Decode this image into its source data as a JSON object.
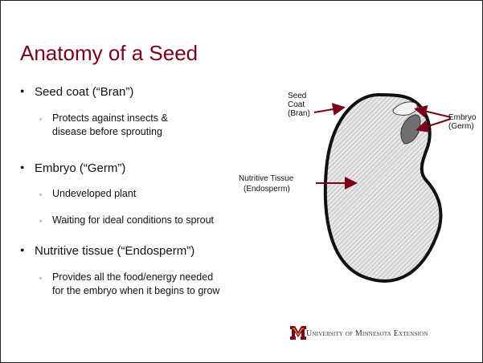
{
  "slide": {
    "title": "Anatomy of a Seed",
    "bullets": [
      {
        "text": "Seed coat (“Bran”)",
        "sub": [
          "Protects against insects &",
          "disease before sprouting"
        ]
      },
      {
        "text": "Embryo (“Germ”)",
        "sub": [
          "Undeveloped plant",
          "Waiting for ideal conditions to sprout"
        ]
      },
      {
        "text": "Nutritive tissue (“Endosperm”)",
        "sub": [
          "Provides all the food/energy needed",
          "for the embryo when it begins to grow"
        ]
      }
    ]
  },
  "diagram": {
    "labels": {
      "seed_coat": [
        "Seed",
        "Coat",
        "(Bran)"
      ],
      "embryo": [
        "Embryo",
        "(Germ)"
      ],
      "nutritive": [
        "Nutritive Tissue",
        "(Endosperm)"
      ]
    }
  },
  "footer": {
    "organization": "University of Minnesota Extension"
  },
  "colors": {
    "title": "#7a0019",
    "arrow": "#7a0019",
    "logo_maroon": "#7a0019",
    "logo_gold": "#ffcc33"
  }
}
